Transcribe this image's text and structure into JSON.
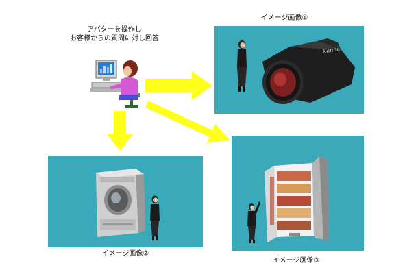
{
  "operator": {
    "caption_line1": "アバターを操作し",
    "caption_line2": "お客様からの質問に対し回答"
  },
  "images": [
    {
      "label": "イメージ画像①"
    },
    {
      "label": "イメージ画像②"
    },
    {
      "label": "イメージ画像③"
    }
  ],
  "camera": {
    "brand": "Kanna"
  },
  "colors": {
    "panel_bg": "#3aa9b9",
    "arrow": "#ffff1a",
    "background": "#ffffff"
  }
}
